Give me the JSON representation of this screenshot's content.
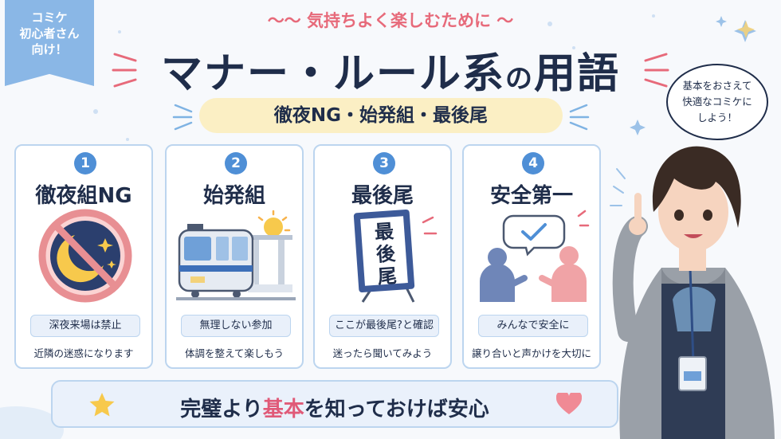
{
  "ribbon": {
    "line1": "コミケ",
    "line2": "初心者さん",
    "line3": "向け！"
  },
  "header": {
    "tagline": "～～ 気持ちよく楽しむために ～",
    "title_main": "マナー・ルール系",
    "title_no": "の",
    "title_end": "用語",
    "subtitle": "徹夜NG・始発組・最後尾"
  },
  "bubble": {
    "line1": "基本をおさえて",
    "line2": "快適なコミケに",
    "line3": "しよう！"
  },
  "cards": [
    {
      "num": "1",
      "title": "徹夜組NG",
      "pill": "深夜来場は禁止",
      "desc": "近隣の迷惑になります",
      "icon": "no-overnight-moon-icon"
    },
    {
      "num": "2",
      "title": "始発組",
      "pill": "無理しない参加",
      "desc": "体調を整えて楽しもう",
      "icon": "first-train-icon"
    },
    {
      "num": "3",
      "title": "最後尾",
      "pill": "ここが最後尾?と確認",
      "desc": "迷ったら聞いてみよう",
      "icon": "last-in-line-sign-icon",
      "sign": "最後尾"
    },
    {
      "num": "4",
      "title": "安全第一",
      "pill": "みんなで安全に",
      "desc": "譲り合いと声かけを大切に",
      "icon": "safety-people-check-icon"
    }
  ],
  "banner": {
    "pre": "完璧より",
    "highlight": "基本",
    "post": "を知っておけば安心"
  },
  "colors": {
    "accent_blue": "#4f8fd6",
    "accent_pink": "#e05a78",
    "navy": "#1f2d4a",
    "pill_yellow": "#fbefc4"
  }
}
